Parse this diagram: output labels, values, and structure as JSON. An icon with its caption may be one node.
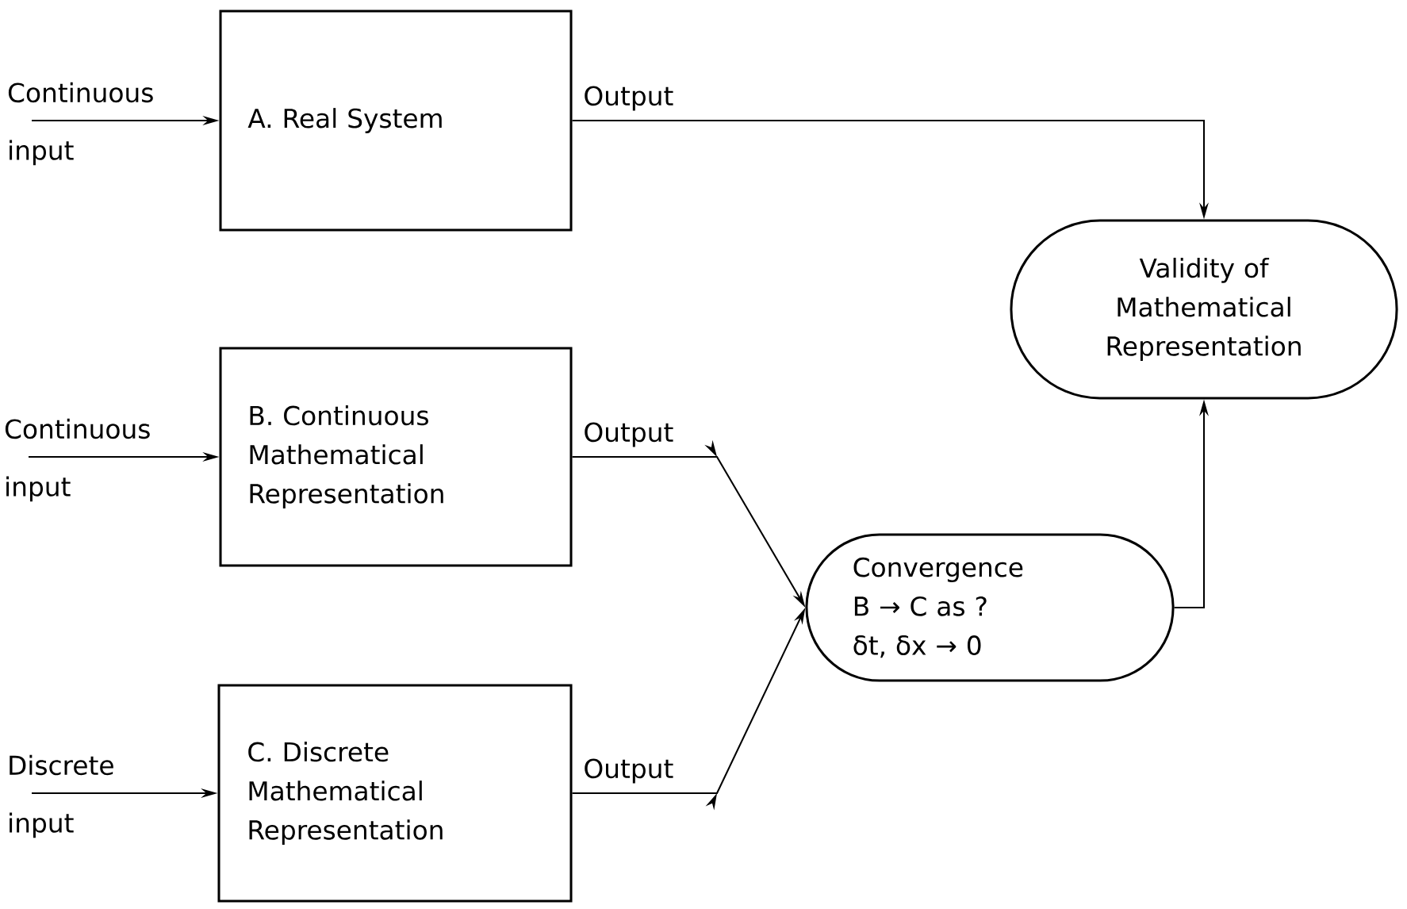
{
  "diagram": {
    "nodes": [
      {
        "text": [
          "A. Real System"
        ]
      },
      {
        "text": [
          "B. Continuous Mathematical Representation"
        ]
      },
      {
        "text": [
          "C. Discrete Mathematical Representation"
        ]
      },
      {
        "text": [
          "Validity of Mathematical Representation"
        ]
      },
      {
        "text": [
          "Convergence",
          "B → C as ?",
          "δt, δx → 0"
        ]
      }
    ],
    "edges": [
      {
        "from": null,
        "to": 0,
        "arrow": "to",
        "label": "Continuous input"
      },
      {
        "from": 0,
        "to": 3,
        "arrow": "to",
        "label": "Output"
      },
      {
        "from": null,
        "to": 1,
        "arrow": "to",
        "label": "Continuous input"
      },
      {
        "from": 1,
        "to": 4,
        "arrow": "to",
        "label": "Output"
      },
      {
        "from": null,
        "to": 2,
        "arrow": "to",
        "label": "Discrete input"
      },
      {
        "from": 2,
        "to": 4,
        "arrow": "to",
        "label": "Output"
      },
      {
        "from": 4,
        "to": 3,
        "arrow": "to"
      }
    ]
  }
}
